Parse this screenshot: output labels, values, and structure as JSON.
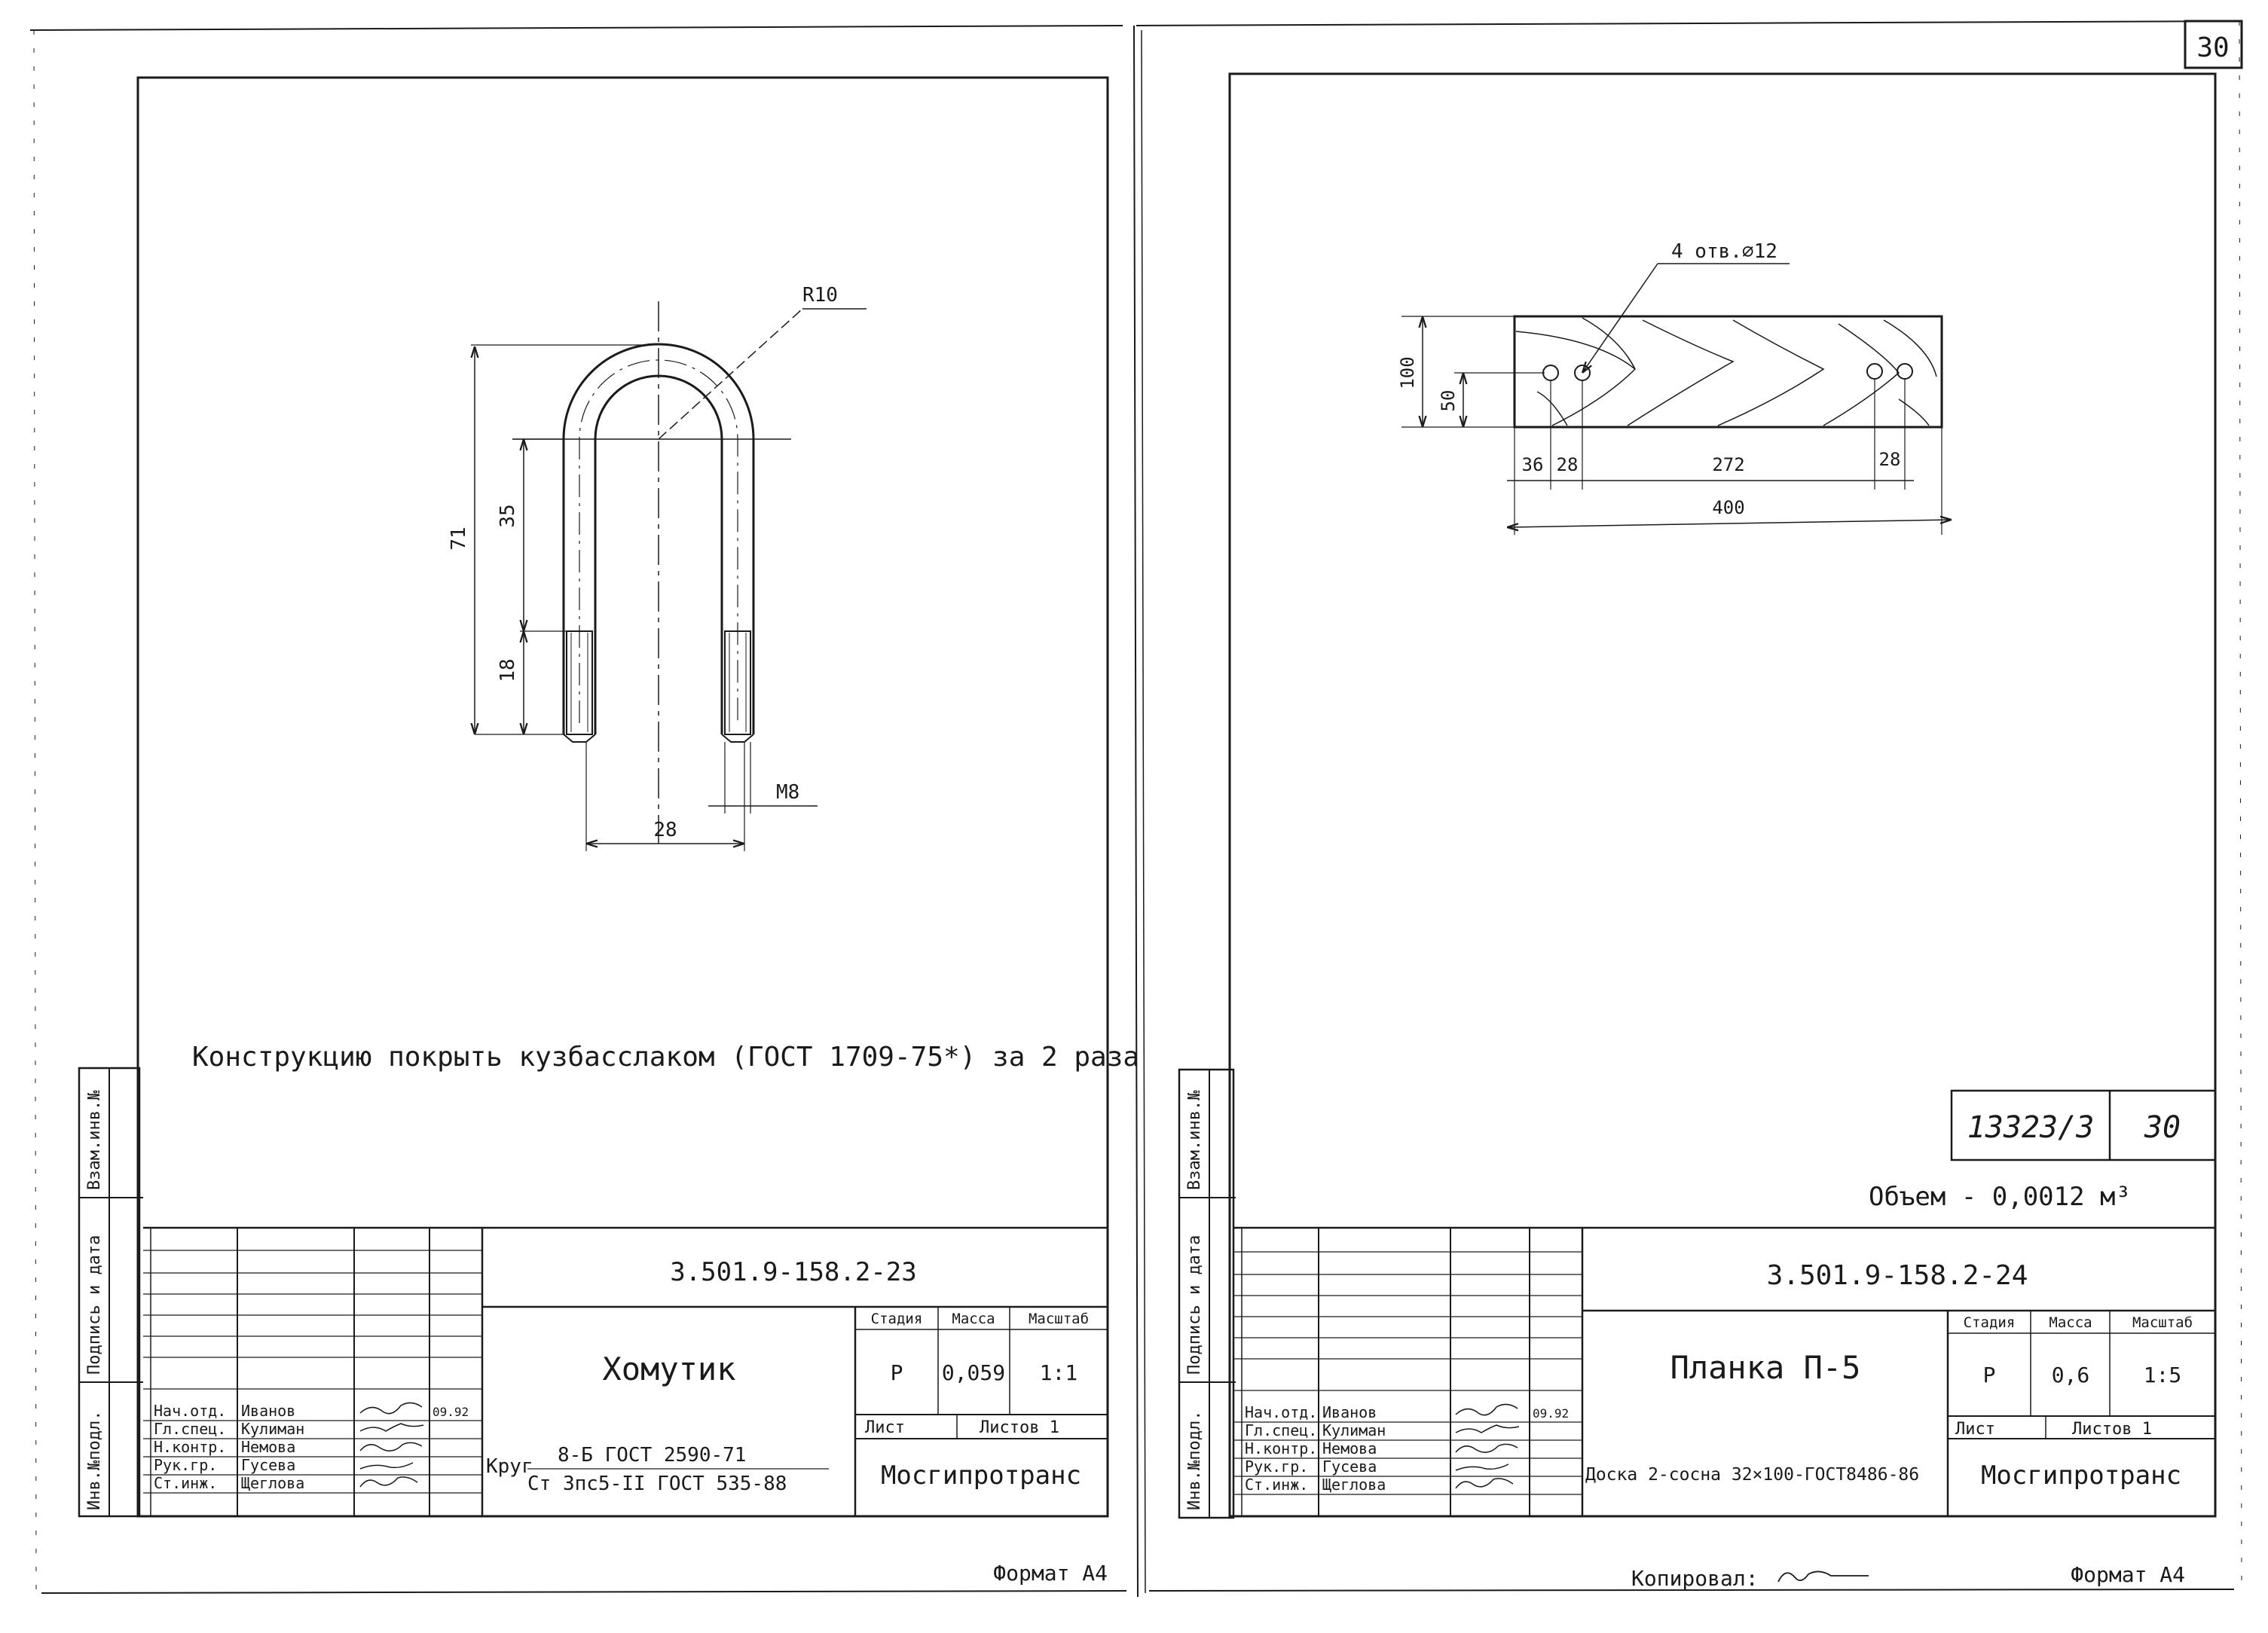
{
  "page_number": "30",
  "left_sheet": {
    "note": "Конструкцию покрыть кузбасслаком (ГОСТ 1709-75*) за 2 раза",
    "dims": {
      "radius": "R10",
      "overall_height": "71",
      "straight": "35",
      "thread_len": "18",
      "width": "28",
      "thread": "M8"
    },
    "side_labels": [
      "Взам.инв.№",
      "Подпись и дата",
      "Инв.№подл."
    ],
    "title_block": {
      "code": "3.501.9-158.2-23",
      "name": "Хомутик",
      "head_stage": "Стадия",
      "head_mass": "Масса",
      "head_scale": "Масштаб",
      "stage": "Р",
      "mass": "0,059",
      "scale": "1:1",
      "sheet": "Лист",
      "sheets": "Листов 1",
      "org": "Мосгипротранс",
      "material_prefix": "Круг",
      "material_line1": "8-Б ГОСТ 2590-71",
      "material_line2": "Ст 3пс5-II ГОСТ 535-88",
      "roles": [
        "Нач.отд.",
        "Гл.спец.",
        "Н.контр.",
        "Рук.гр.",
        "Ст.инж."
      ],
      "people": [
        "Иванов",
        "Кулиман",
        "Немова",
        "Гусева",
        "Щеглова"
      ],
      "dates": [
        "09.92",
        "",
        "",
        "",
        ""
      ]
    },
    "format": "Формат А4"
  },
  "right_sheet": {
    "dims": {
      "holes": "4 отв.⌀12",
      "height": "100",
      "hole_y": "50",
      "d1": "36",
      "d2": "28",
      "d3": "272",
      "d4": "28",
      "total": "400"
    },
    "side_labels": [
      "Взам.инв.№",
      "Подпись и дата",
      "Инв.№подл."
    ],
    "archive_no": "13323/3",
    "archive_sheet": "30",
    "volume": "Объем - 0,0012 м³",
    "title_block": {
      "code": "3.501.9-158.2-24",
      "name": "Планка П-5",
      "head_stage": "Стадия",
      "head_mass": "Масса",
      "head_scale": "Масштаб",
      "stage": "Р",
      "mass": "0,6",
      "scale": "1:5",
      "sheet": "Лист",
      "sheets": "Листов 1",
      "org": "Мосгипротранс",
      "material": "Доска 2-сосна 32×100-ГОСТ8486-86",
      "roles": [
        "Нач.отд.",
        "Гл.спец.",
        "Н.контр.",
        "Рук.гр.",
        "Ст.инж."
      ],
      "people": [
        "Иванов",
        "Кулиман",
        "Немова",
        "Гусева",
        "Щеглова"
      ],
      "dates": [
        "09.92",
        "",
        "",
        "",
        ""
      ]
    },
    "copied_by": "Копировал:",
    "format": "Формат А4"
  },
  "colors": {
    "ink": "#1a1a1a",
    "paper": "#ffffff"
  }
}
